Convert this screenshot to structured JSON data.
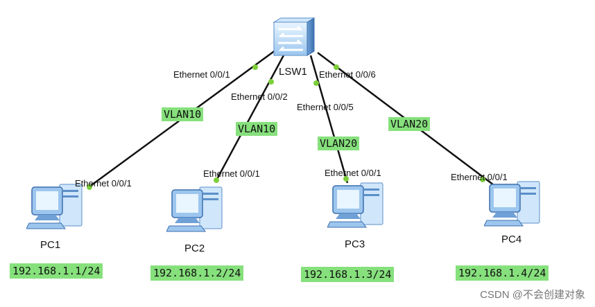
{
  "switch": {
    "name": "LSW1",
    "icon": "switch-icon"
  },
  "links": [
    {
      "pc": "PC1",
      "switch_port": "Ethernet 0/0/1",
      "pc_port": "Ethernet 0/0/1",
      "vlan": "VLAN10"
    },
    {
      "pc": "PC2",
      "switch_port": "Ethernet 0/0/2",
      "pc_port": "Ethernet 0/0/1",
      "vlan": "VLAN10"
    },
    {
      "pc": "PC3",
      "switch_port": "Ethernet 0/0/5",
      "pc_port": "Ethernet 0/0/1",
      "vlan": "VLAN20"
    },
    {
      "pc": "PC4",
      "switch_port": "Ethernet 0/0/6",
      "pc_port": "Ethernet 0/0/1",
      "vlan": "VLAN20"
    }
  ],
  "pcs": [
    {
      "name": "PC1",
      "ip": "192.168.1.1/24",
      "icon": "pc-icon"
    },
    {
      "name": "PC2",
      "ip": "192.168.1.2/24",
      "icon": "pc-icon"
    },
    {
      "name": "PC3",
      "ip": "192.168.1.3/24",
      "icon": "pc-icon"
    },
    {
      "name": "PC4",
      "ip": "192.168.1.4/24",
      "icon": "pc-icon"
    }
  ],
  "colors": {
    "tag_background": "#86e07c",
    "link": "#111111",
    "port_dot": "#7ccf3a"
  },
  "watermark": "CSDN @不会创建对象"
}
